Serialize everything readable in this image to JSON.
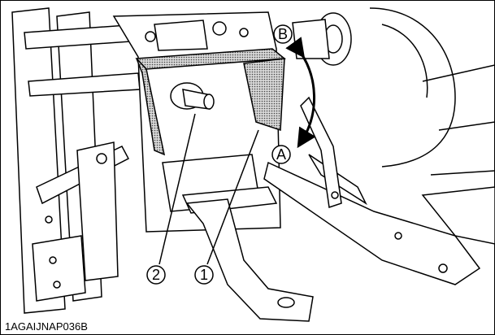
{
  "figure": {
    "image_code": "1AGAIJNAP036B",
    "callouts": {
      "part_1": "1",
      "part_2": "2",
      "position_a": "A",
      "position_b": "B"
    }
  }
}
